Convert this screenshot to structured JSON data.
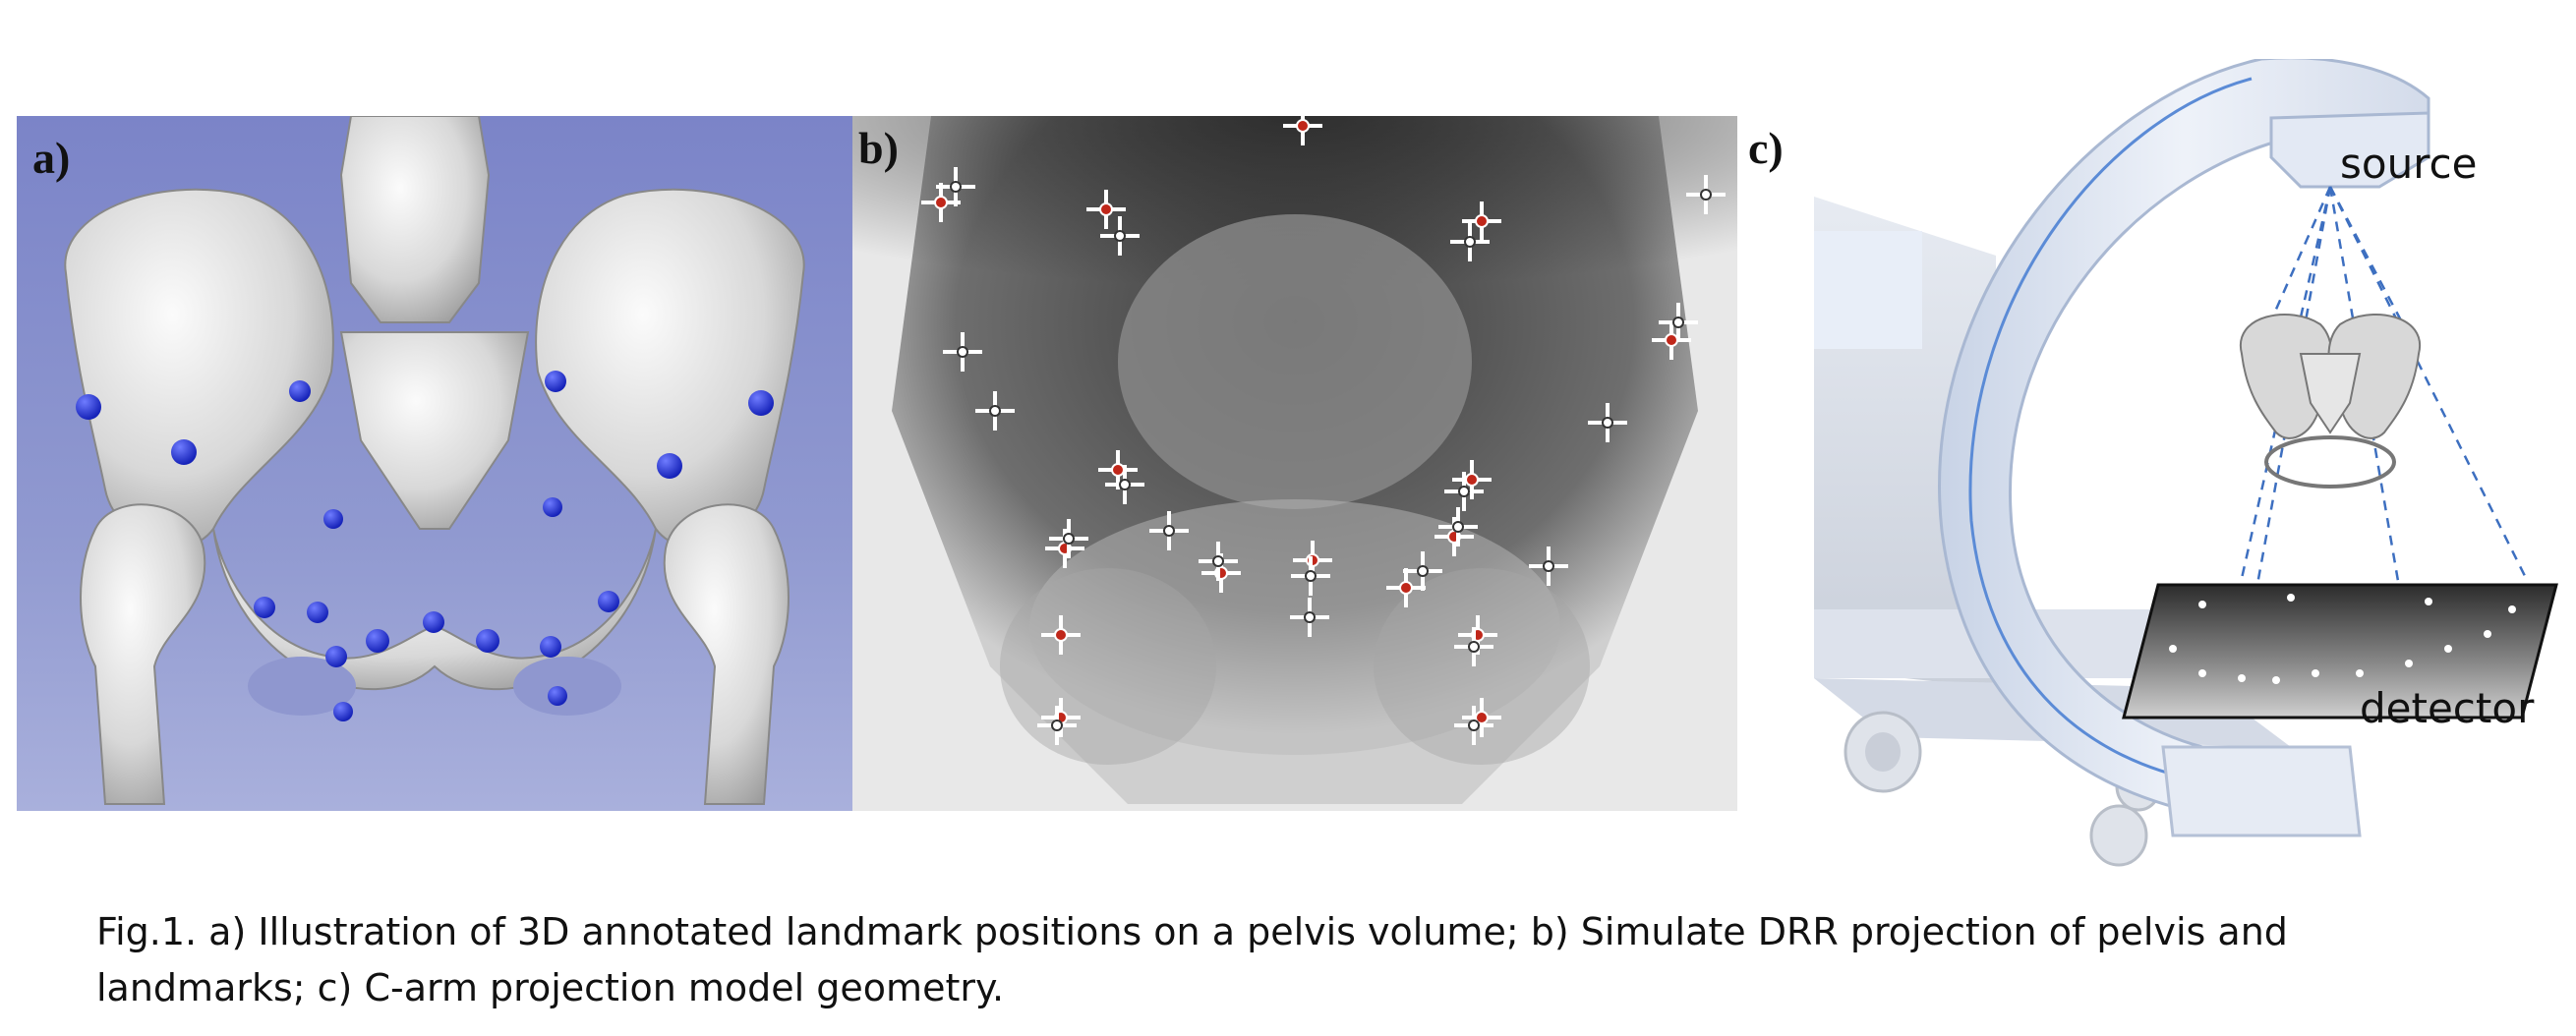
{
  "figure": {
    "panels": {
      "a": {
        "label": "a)"
      },
      "b": {
        "label": "b)"
      },
      "c": {
        "label": "c)",
        "source_label": "source",
        "detector_label": "detector"
      }
    },
    "caption": {
      "line1": "Fig.1. a) Illustration of 3D annotated landmark positions on a pelvis volume; b) Simulate DRR projection of pelvis and",
      "line2": "landmarks; c) C-arm projection model geometry."
    }
  },
  "colors": {
    "landmark_3d": "#1f2fd0",
    "landmark_red": "#c0271a",
    "background_a": "#8b93cf",
    "carm_blue": "#5b8bd6"
  },
  "icons": {
    "landmark_marker": "crosshair-icon",
    "landmark_sphere": "sphere-icon"
  }
}
